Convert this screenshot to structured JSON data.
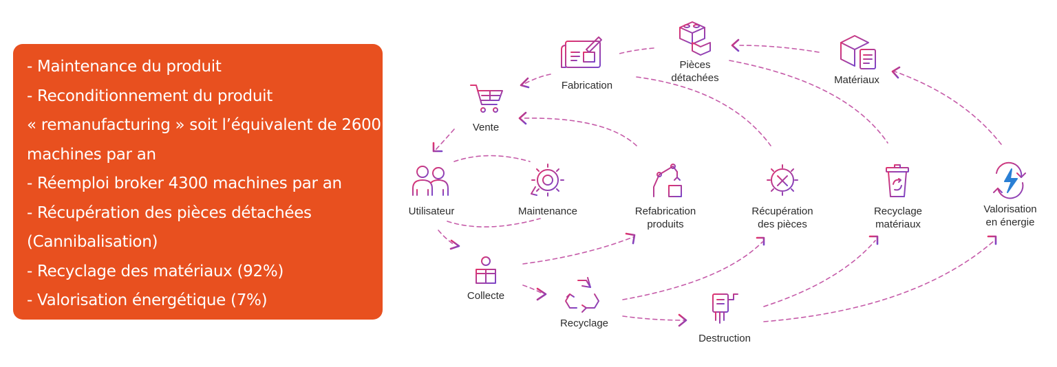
{
  "panel": {
    "lines": [
      "- Maintenance du produit",
      "- Reconditionnement du produit",
      "« remanufacturing » soit l’équivalent de 2600",
      "machines par an",
      "- Réemploi broker 4300 machines par an",
      "- Récupération des pièces détachées",
      "(Cannibalisation)",
      "- Recyclage des matériaux (92%)",
      "- Valorisation énergétique (7%)"
    ],
    "color": "#e8501f"
  },
  "diagram": {
    "colors": {
      "line": "#c55aa8",
      "arrow_start": "#e0336d",
      "arrow_end": "#7a45c8"
    },
    "nodes": {
      "fabrication": {
        "label": "Fabrication",
        "icon": "blueprint-icon"
      },
      "pieces": {
        "label_1": "Pièces",
        "label_2": "détachées",
        "icon": "lego-bricks-icon"
      },
      "materiaux": {
        "label": "Matériaux",
        "icon": "box-clipboard-icon"
      },
      "vente": {
        "label": "Vente",
        "icon": "shopping-cart-icon"
      },
      "utilisateur": {
        "label": "Utilisateur",
        "icon": "users-icon"
      },
      "maintenance": {
        "label": "Maintenance",
        "icon": "gear-wrench-icon"
      },
      "refabrication": {
        "label_1": "Refabrication",
        "label_2": "produits",
        "icon": "robot-arm-icon"
      },
      "recuperation": {
        "label_1": "Récupération",
        "label_2": "des pièces",
        "icon": "gear-tools-icon"
      },
      "recyclage_materiaux": {
        "label_1": "Recyclage",
        "label_2": "matériaux",
        "icon": "recycling-bin-icon"
      },
      "valorisation": {
        "label_1": "Valorisation",
        "label_2": "en énergie",
        "icon": "energy-bolt-icon"
      },
      "collecte": {
        "label": "Collecte",
        "icon": "collection-box-icon"
      },
      "recyclage": {
        "label": "Recyclage",
        "icon": "recycle-icon"
      },
      "destruction": {
        "label": "Destruction",
        "icon": "shredder-icon"
      }
    }
  }
}
